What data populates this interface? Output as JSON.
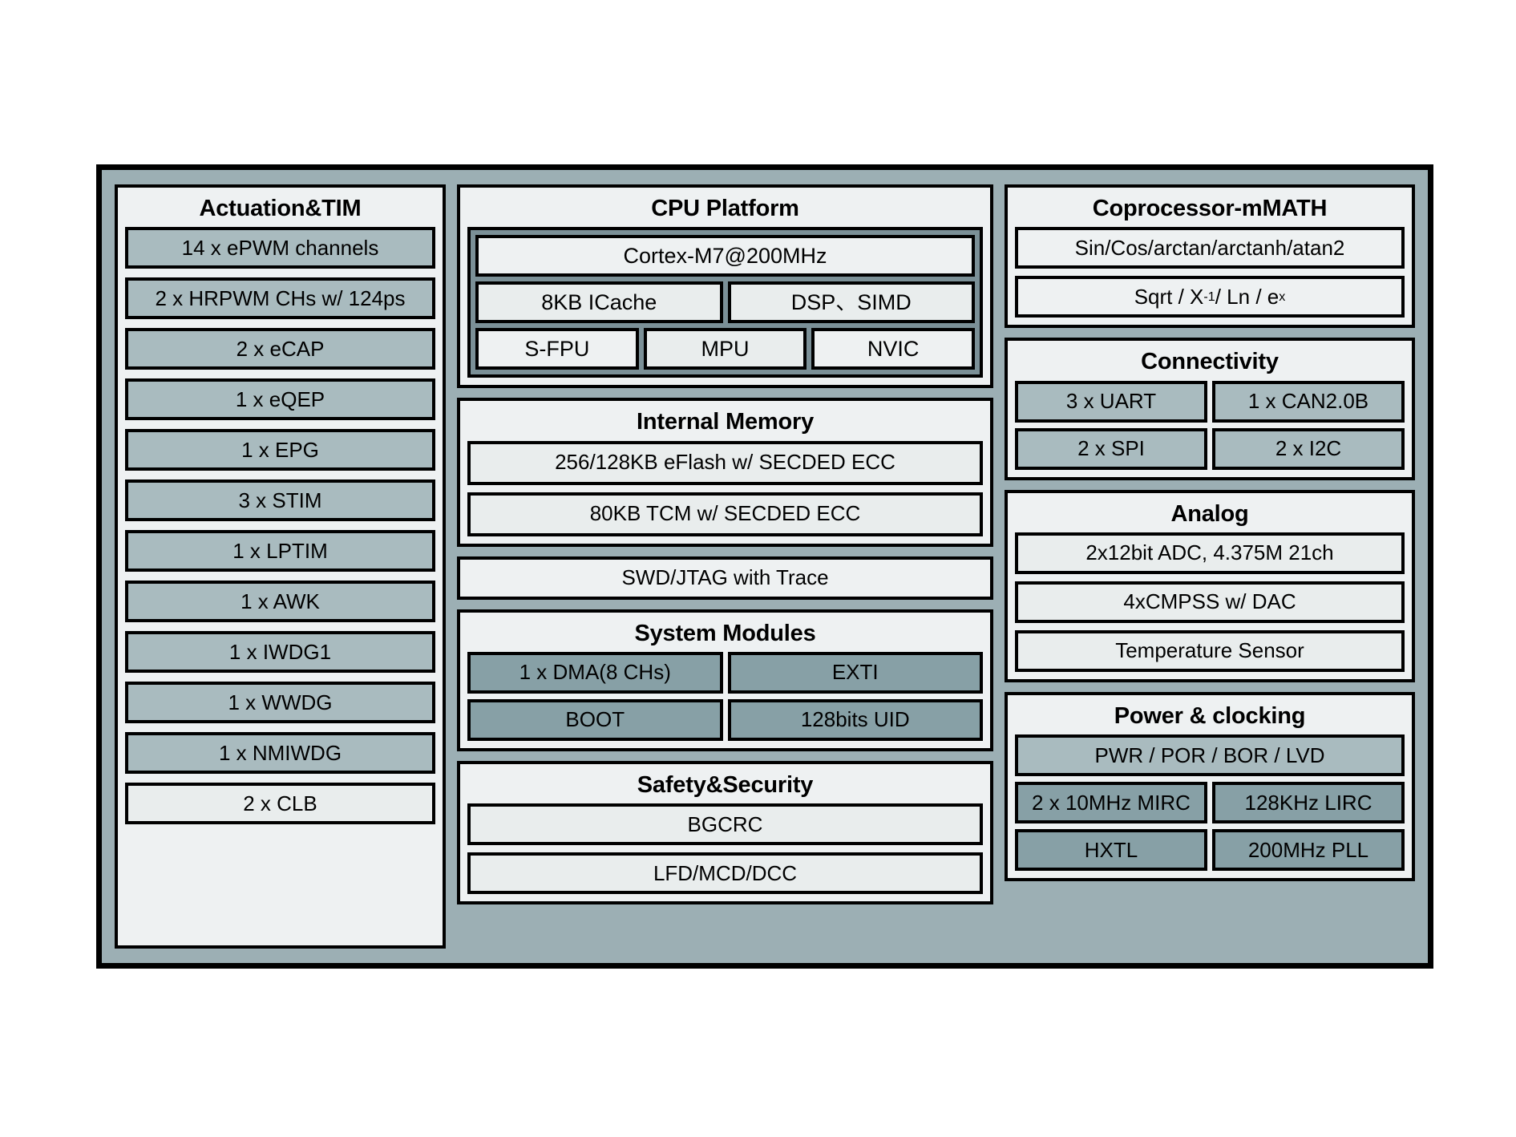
{
  "colors": {
    "chip_background": "#9cafb4",
    "panel_background": "#eef1f2",
    "cell_light": "#e9eded",
    "cell_mid": "#a9bbbf",
    "cell_dark": "#87a0a6",
    "core_frame": "#7b9097",
    "border": "#000000"
  },
  "actuation": {
    "title": "Actuation&TIM",
    "items": [
      "14 x ePWM channels",
      "2 x HRPWM CHs w/ 124ps",
      "2 x eCAP",
      "1 x eQEP",
      "1 x EPG",
      "3 x STIM",
      "1 x LPTIM",
      "1 x AWK",
      "1 x IWDG1",
      "1 x WWDG",
      "1 x NMIWDG",
      "2 x CLB"
    ]
  },
  "cpu": {
    "title": "CPU Platform",
    "core": "Cortex-M7@200MHz",
    "row_a": [
      "8KB ICache",
      "DSP、SIMD"
    ],
    "row_b": [
      "S-FPU",
      "MPU",
      "NVIC"
    ]
  },
  "memory": {
    "title": "Internal Memory",
    "items": [
      "256/128KB eFlash w/ SECDED ECC",
      "80KB TCM w/ SECDED ECC"
    ]
  },
  "debug": {
    "label": "SWD/JTAG with Trace"
  },
  "system": {
    "title": "System Modules",
    "row_a": [
      "1 x DMA(8 CHs)",
      "EXTI"
    ],
    "row_b": [
      "BOOT",
      "128bits UID"
    ]
  },
  "safety": {
    "title": "Safety&Security",
    "items": [
      "BGCRC",
      "LFD/MCD/DCC"
    ]
  },
  "coprocessor": {
    "title": "Coprocessor-mMATH",
    "items": [
      "Sin/Cos/arctan/arctanh/atan2"
    ],
    "math_prefix": "Sqrt / X",
    "math_sup1": "-1",
    "math_mid": " / Ln / e",
    "math_sup2": "x"
  },
  "connectivity": {
    "title": "Connectivity",
    "row_a": [
      "3 x UART",
      "1 x CAN2.0B"
    ],
    "row_b": [
      "2 x SPI",
      "2 x I2C"
    ]
  },
  "analog": {
    "title": "Analog",
    "items": [
      "2x12bit ADC, 4.375M 21ch",
      "4xCMPSS w/ DAC",
      "Temperature Sensor"
    ]
  },
  "power": {
    "title": "Power & clocking",
    "items": [
      "PWR / POR / BOR / LVD"
    ],
    "row_a": [
      "2 x 10MHz MIRC",
      "128KHz LIRC"
    ],
    "row_b": [
      "HXTL",
      "200MHz PLL"
    ]
  }
}
